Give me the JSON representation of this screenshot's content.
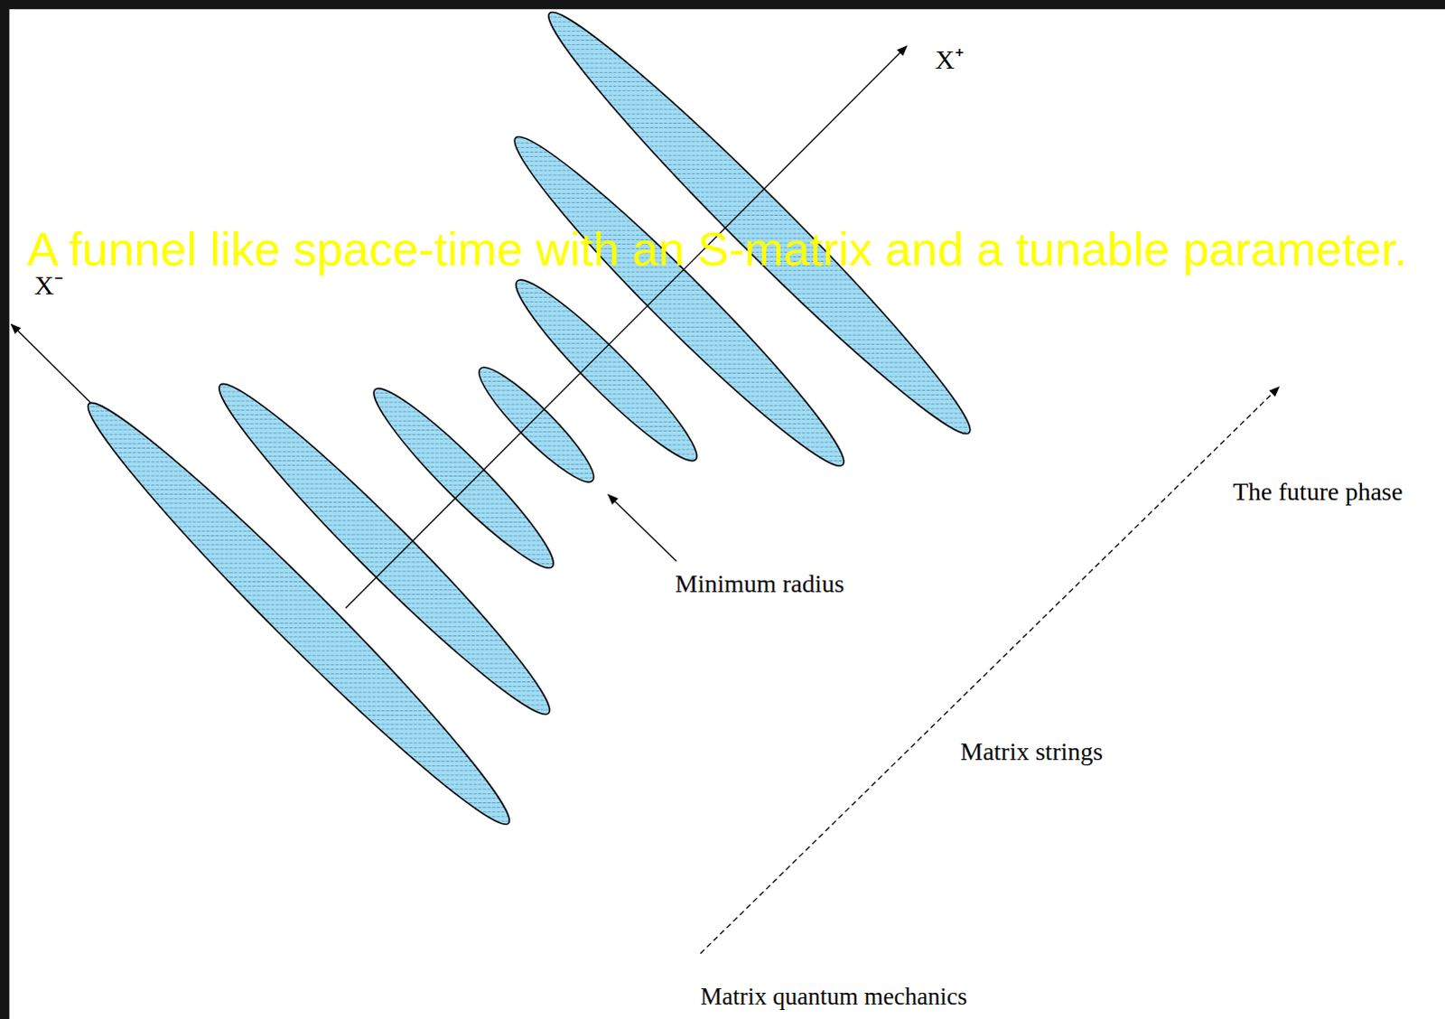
{
  "diagram": {
    "title": "A funnel like space-time with an S-matrix and a tunable parameter.",
    "labels": [
      "X⁺",
      "X⁻",
      "Minimum radius",
      "The future phase",
      "Matrix strings",
      "Matrix quantum mechanics"
    ]
  }
}
